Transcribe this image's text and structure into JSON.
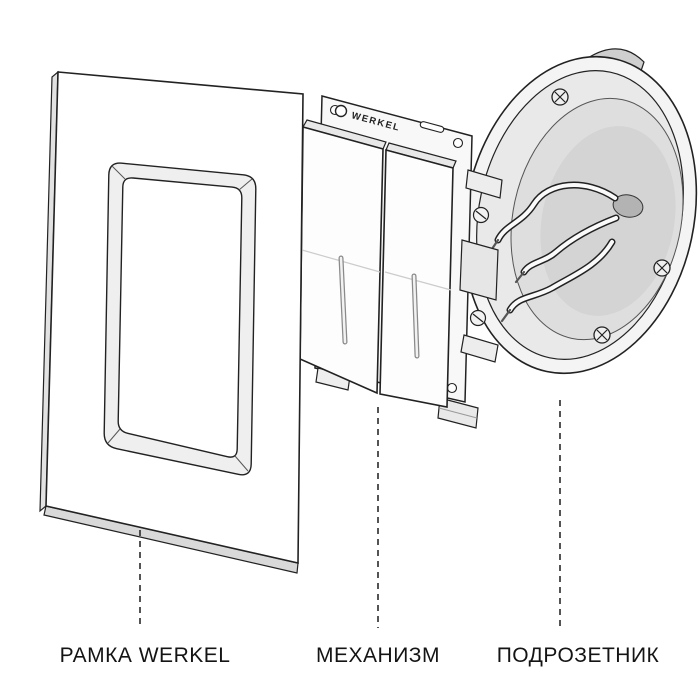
{
  "figure": {
    "type": "exploded-product-diagram",
    "background_color": "#ffffff",
    "line_color": "#222222"
  },
  "brand": {
    "logo_text": "WERKEL"
  },
  "labels": {
    "frame": "РАМКА WERKEL",
    "mechanism": "МЕХАНИЗМ",
    "box": "ПОДРОЗЕТНИК"
  }
}
